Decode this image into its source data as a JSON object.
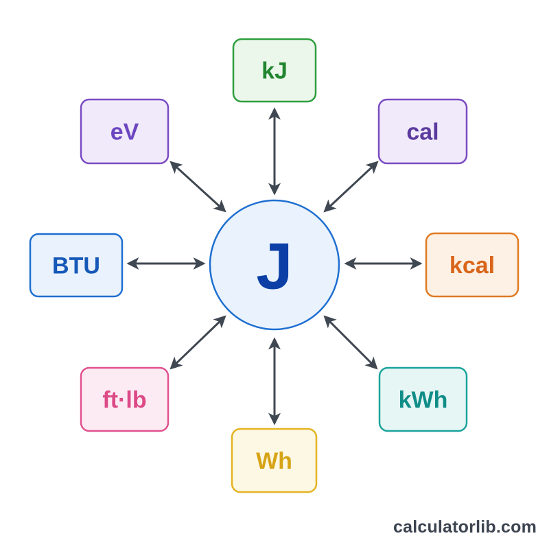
{
  "hub": {
    "label": "J",
    "stroke": "#1e6fd0",
    "fill": "#e9f2fd",
    "text_color": "#0b3fa6"
  },
  "units": [
    {
      "id": "kj",
      "label": "kJ",
      "stroke": "#2e9e3f",
      "fill": "#eaf7ea",
      "text_color": "#21852f"
    },
    {
      "id": "cal",
      "label": "cal",
      "stroke": "#7a4bc2",
      "fill": "#f1eafb",
      "text_color": "#5b3a9e"
    },
    {
      "id": "kcal",
      "label": "kcal",
      "stroke": "#e07a22",
      "fill": "#fdf0e4",
      "text_color": "#d9661a"
    },
    {
      "id": "kwh",
      "label": "kWh",
      "stroke": "#1ba39c",
      "fill": "#e6f6f5",
      "text_color": "#118d88"
    },
    {
      "id": "wh",
      "label": "Wh",
      "stroke": "#e5b323",
      "fill": "#fdf8e3",
      "text_color": "#d7a316"
    },
    {
      "id": "ftlb",
      "label": "ft·lb",
      "stroke": "#e0528f",
      "fill": "#fcebf3",
      "text_color": "#dc4a86"
    },
    {
      "id": "btu",
      "label": "BTU",
      "stroke": "#1e6fd0",
      "fill": "#e9f2fd",
      "text_color": "#1558b8"
    },
    {
      "id": "ev",
      "label": "eV",
      "stroke": "#7a4bc2",
      "fill": "#f1eafb",
      "text_color": "#6a45c0"
    }
  ],
  "arrow_color": "#3f4752",
  "watermark": "calculatorlib.com"
}
